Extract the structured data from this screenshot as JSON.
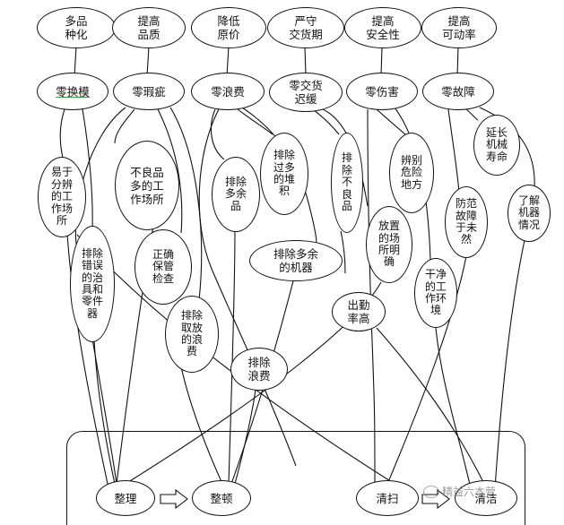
{
  "goals": {
    "variety": "多品\n种化",
    "quality": "提高\n品质",
    "cost": "降低\n原价",
    "delivery": "严守\n交货期",
    "safety": "提高\n安全性",
    "availability": "提高\n可动率"
  },
  "zeros": {
    "changeover": "零换模",
    "defect": "零瑕疵",
    "waste": "零浪费",
    "delivery_delay": "零交货\n迟缓",
    "injury": "零伤害",
    "breakdown": "零故障"
  },
  "measures": {
    "easy_workplace": "易于\n分辨\n的工\n作场\n所",
    "remove_wrong_tools": "排除\n错误\n的治\n具和\n零件\n器",
    "defect_workplace": "不良品\n多的工\n作场所",
    "proper_storage": "正确\n保管\n检查",
    "remove_excess_stock": "排除\n多余\n品",
    "remove_overstock": "排除\n过多\n的堆\n积",
    "remove_defects": "排\n除\n不\n良\n品",
    "remove_excess_machines": "排除多余\n的机器",
    "remove_waste_taking": "排除\n取放\n的浪\n费",
    "remove_waste": "排除\n浪费",
    "identify_hazard": "辨别\n危险\n地方",
    "clear_place": "放置\n的场\n所明\n确",
    "attendance": "出勤\n率高",
    "clean_env": "干净\n的工\n作环\n境",
    "extend_life": "延长\n机械\n寿命",
    "prevent_fault": "防范\n故障\n于未\n然",
    "know_machine": "了解\n机器\n情况"
  },
  "steps": {
    "sort": "整理",
    "set": "整顿",
    "sweep": "清扫",
    "clean": "清洁"
  },
  "watermark": "精益六本营"
}
